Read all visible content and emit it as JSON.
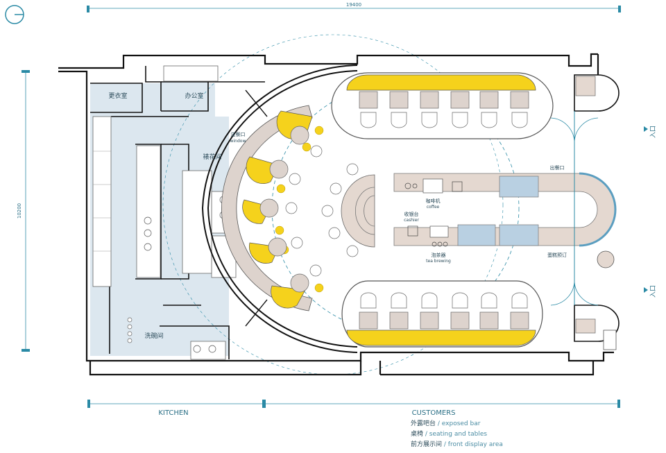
{
  "dimensions": {
    "width": "19400",
    "depth": "10200"
  },
  "rooms": {
    "changing": "更衣室",
    "office": "办公室",
    "plating": "裱花间",
    "dish": "洗碗间",
    "pass_zh": "送餐口",
    "pass_en": "window",
    "serve_out": "出餐口",
    "coffee_zh": "咖啡机",
    "coffee_en": "coffee",
    "cashier_zh": "收银台",
    "cashier_en": "cashier",
    "tea_zh": "泡茶器",
    "tea_en": "tea brewing",
    "cake_order": "蛋糕预订",
    "entrance_top": "入口",
    "entrance_bottom": "入口"
  },
  "zones": {
    "kitchen": "KITCHEN",
    "customers": "CUSTOMERS"
  },
  "legend": [
    {
      "zh": "外露吧台",
      "en": "/ exposed bar"
    },
    {
      "zh": "桌椅",
      "en": "/ seating and tables"
    },
    {
      "zh": "前方展示间",
      "en": "/ front display area"
    }
  ],
  "colors": {
    "wall": "#111111",
    "kitchen_floor": "#dce7ef",
    "bar_yellow": "#f5d21c",
    "counter": "#e4d8d0",
    "glass": "#b9d0e2",
    "accent": "#2a8aa5",
    "table": "#ddd3cd"
  }
}
